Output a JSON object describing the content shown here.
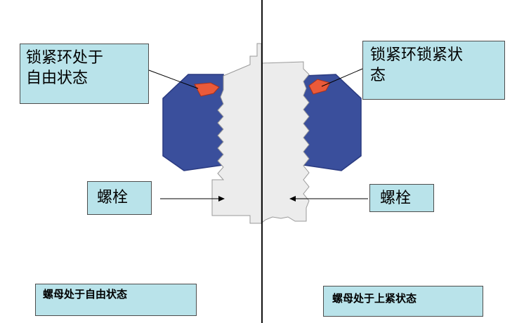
{
  "labels": {
    "lock_ring_free_line1": "锁紧环处于",
    "lock_ring_free_line2": "自由状态",
    "lock_ring_locked_line1": "锁紧环锁紧状",
    "lock_ring_locked_line2": "态",
    "bolt_left": "螺栓",
    "bolt_right": "螺栓",
    "nut_free": "螺母处于自由状态",
    "nut_tight": "螺母处于上紧状态"
  },
  "colors": {
    "nut_body": "#3a4f9c",
    "nut_edge": "#2a3a80",
    "lock_ring": "#ea5a3a",
    "bolt": "#ececec",
    "bolt_edge": "#9a9a9a",
    "label_bg": "#b9e3ea"
  }
}
